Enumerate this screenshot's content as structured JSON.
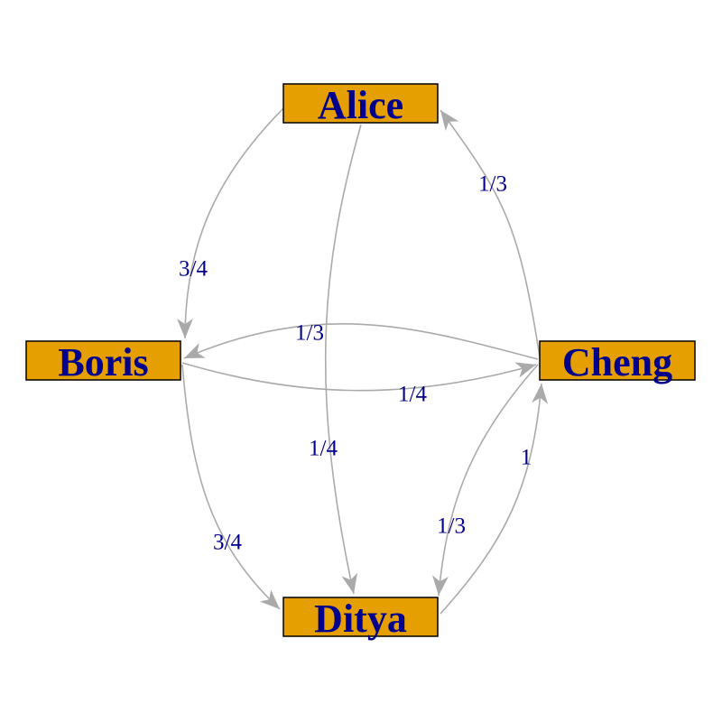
{
  "colors": {
    "node_fill": "#E69F00",
    "node_border": "#000000",
    "node_text": "#00008B",
    "edge": "#AAAAAA",
    "edge_label": "#00008B"
  },
  "nodes": [
    {
      "id": "alice",
      "label": "Alice"
    },
    {
      "id": "boris",
      "label": "Boris"
    },
    {
      "id": "cheng",
      "label": "Cheng"
    },
    {
      "id": "ditya",
      "label": "Ditya"
    }
  ],
  "edges": [
    {
      "from": "alice",
      "to": "boris",
      "label": "3/4"
    },
    {
      "from": "alice",
      "to": "ditya",
      "label": "1/4"
    },
    {
      "from": "boris",
      "to": "cheng",
      "label": "1/4"
    },
    {
      "from": "boris",
      "to": "ditya",
      "label": "3/4"
    },
    {
      "from": "cheng",
      "to": "alice",
      "label": "1/3"
    },
    {
      "from": "cheng",
      "to": "boris",
      "label": "1/3"
    },
    {
      "from": "cheng",
      "to": "ditya",
      "label": "1/3"
    },
    {
      "from": "ditya",
      "to": "cheng",
      "label": "1"
    }
  ]
}
